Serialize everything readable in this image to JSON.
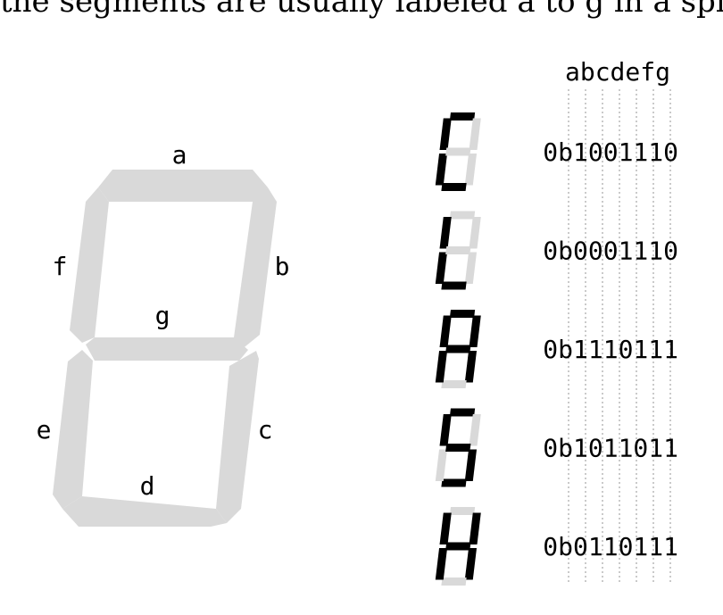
{
  "caption": "the segments are usually labeled a to g in a spir",
  "colors": {
    "on": "#000000",
    "off": "#d9d9d9",
    "grid": "#b8b8b8"
  },
  "big_digit": {
    "labels": {
      "a": "a",
      "b": "b",
      "c": "c",
      "d": "d",
      "e": "e",
      "f": "f",
      "g": "g"
    }
  },
  "table": {
    "header": "abcdefg",
    "rows": [
      {
        "char": "C",
        "code": "0b1001110",
        "bits": "1001110"
      },
      {
        "char": "L",
        "code": "0b0001110",
        "bits": "0001110"
      },
      {
        "char": "A",
        "code": "0b1110111",
        "bits": "1110111"
      },
      {
        "char": "S",
        "code": "0b1011011",
        "bits": "1011011"
      },
      {
        "char": "H",
        "code": "0b0110111",
        "bits": "0110111"
      }
    ]
  }
}
